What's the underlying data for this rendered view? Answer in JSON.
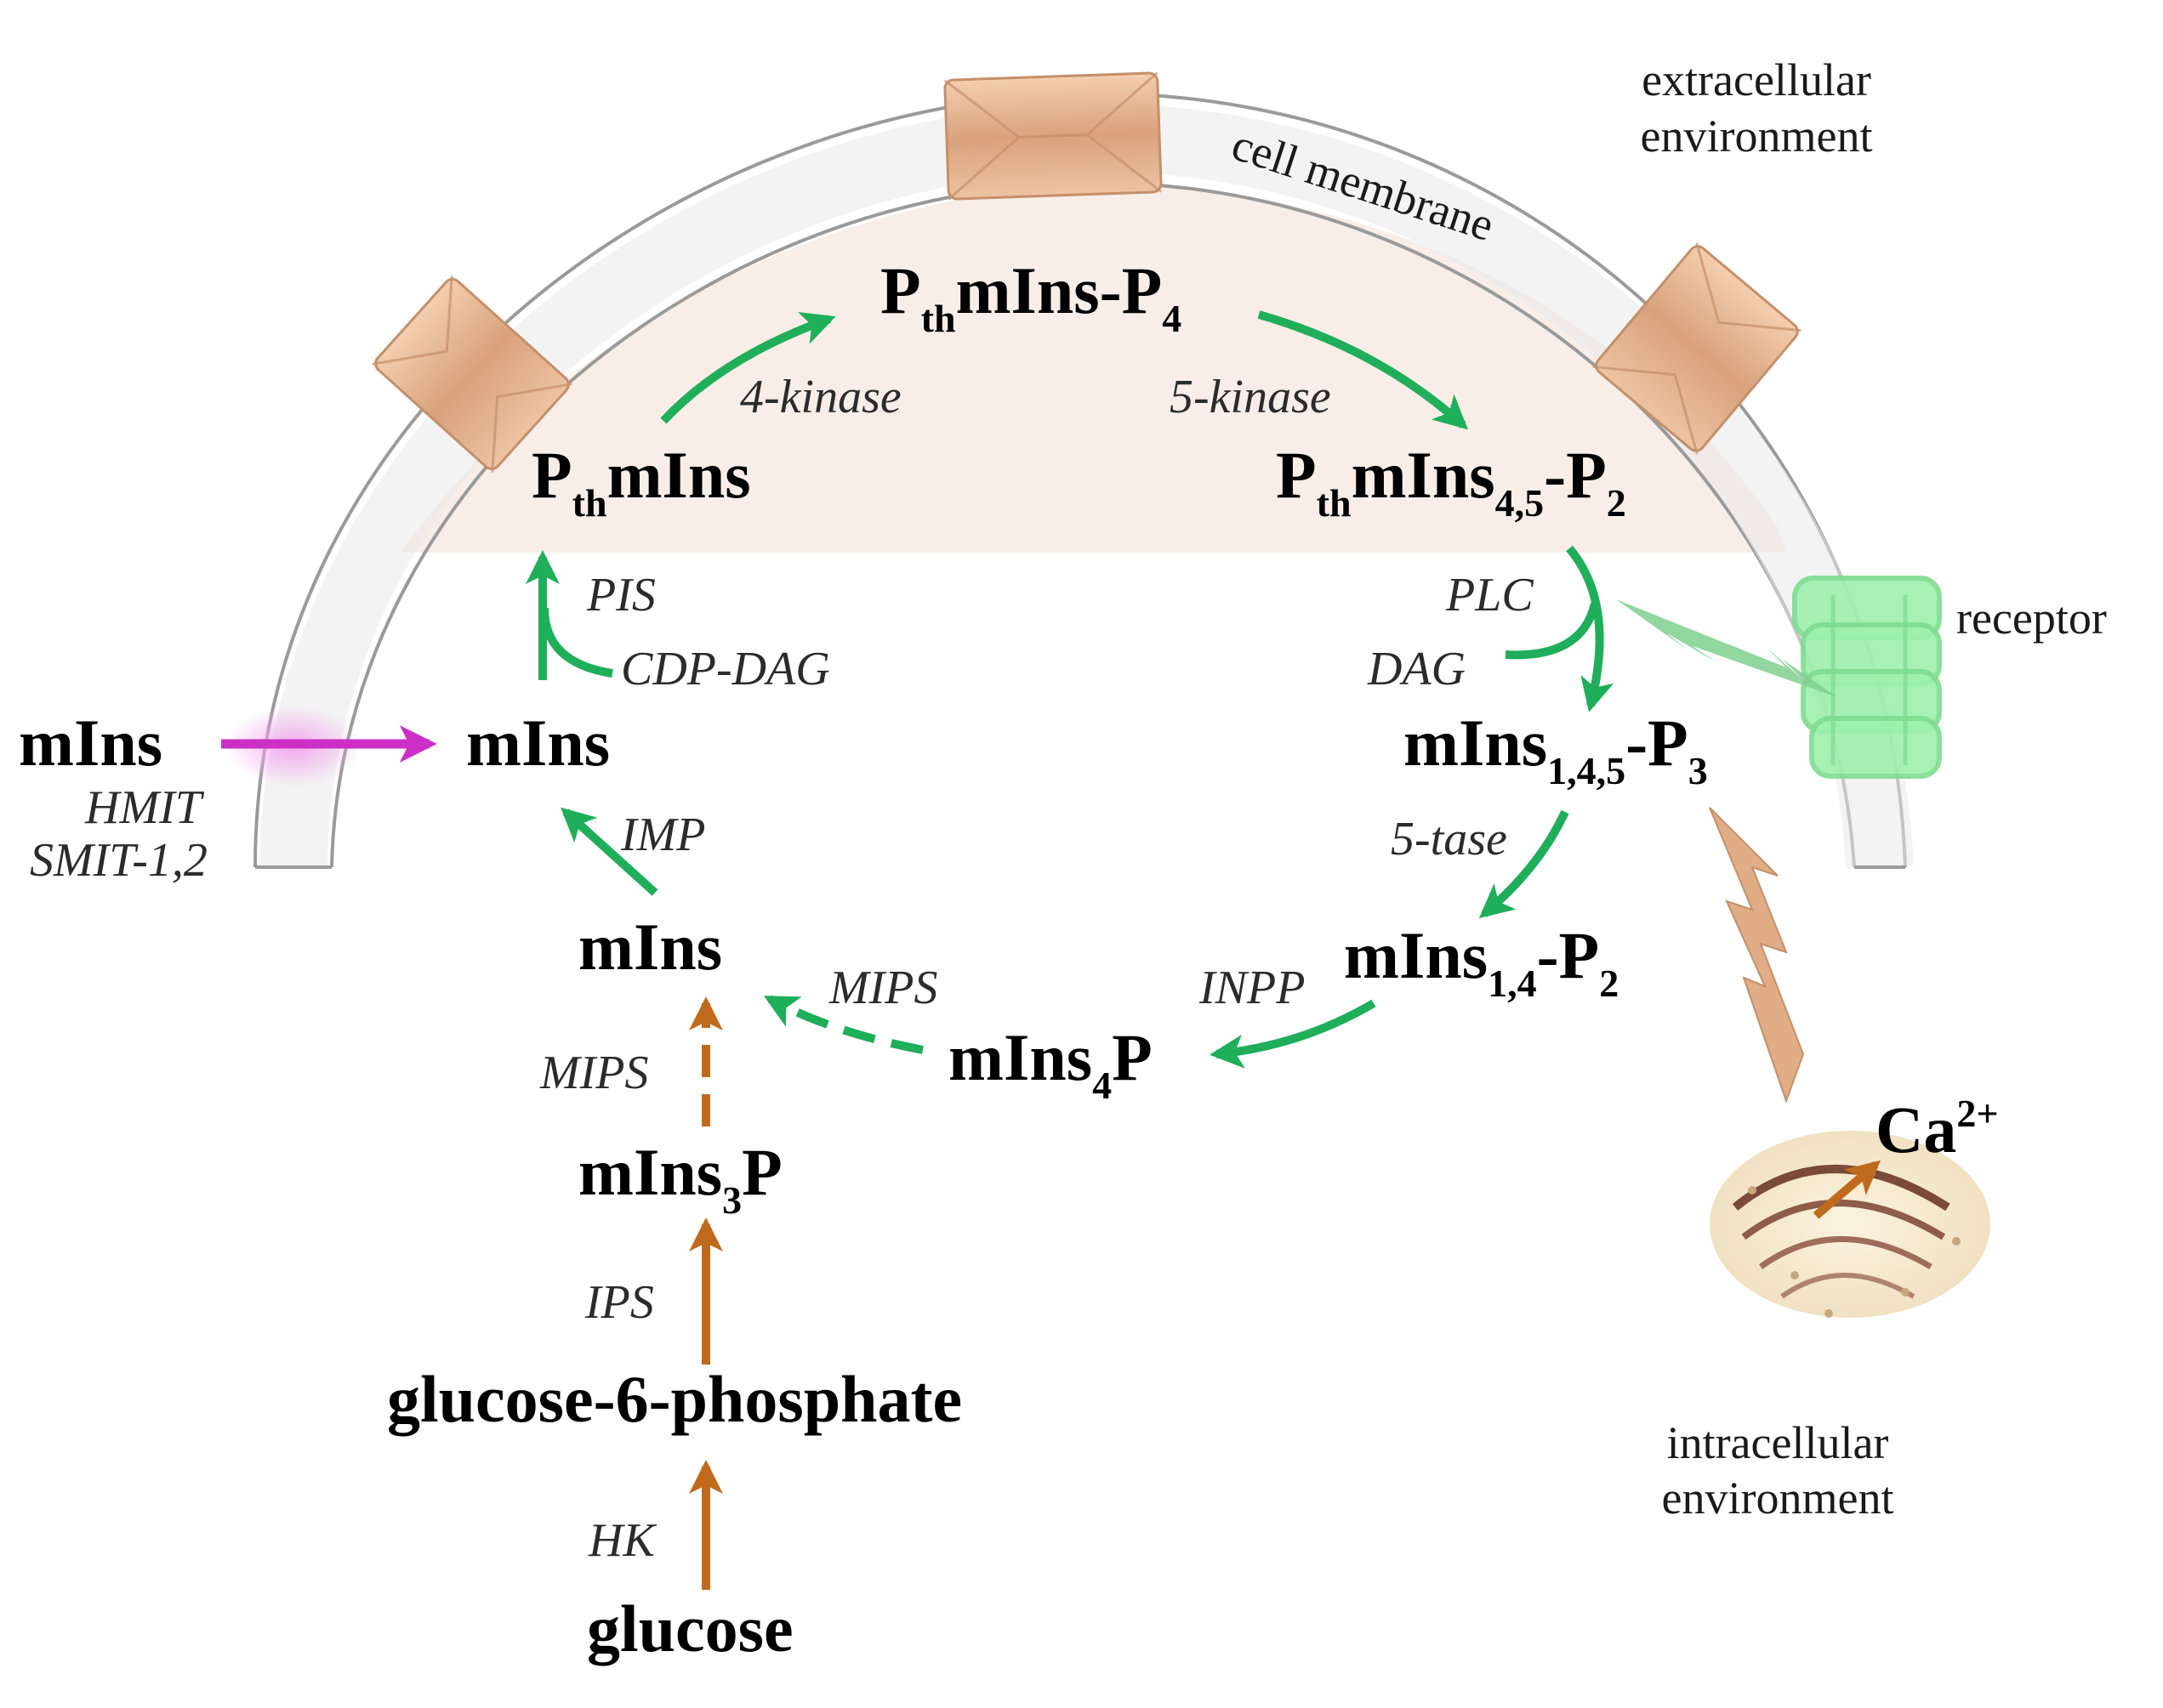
{
  "regions": {
    "extracellular": [
      "extracellular",
      "environment"
    ],
    "intracellular": [
      "intracellular",
      "environment"
    ],
    "cell_membrane": "cell membrane",
    "receptor": "receptor"
  },
  "metabolites": {
    "mins_outside": "mIns",
    "mins_inside": "mIns",
    "mins_synth": "mIns",
    "pthmins": {
      "a": "P",
      "b": "th",
      "c": "mIns"
    },
    "pthmins_p4": {
      "a": "P",
      "b": "th",
      "c": "mIns-P",
      "d": "4"
    },
    "pthmins45_p2": {
      "a": "P",
      "b": "th",
      "c": "mIns",
      "d": "4,5",
      "e": "-P",
      "f": "2"
    },
    "mins145_p3": {
      "a": "mIns",
      "b": "1,4,5",
      "c": "-P",
      "d": "3"
    },
    "mins14_p2": {
      "a": "mIns",
      "b": "1,4",
      "c": "-P",
      "d": "2"
    },
    "mins4p": {
      "a": "mIns",
      "b": "4",
      "c": "P"
    },
    "mins3p": {
      "a": "mIns",
      "b": "3",
      "c": "P"
    },
    "glucose6p": "glucose-6-phosphate",
    "glucose": "glucose",
    "calcium": {
      "a": "Ca",
      "b": "2+"
    }
  },
  "enzymes": {
    "hmit": "HMIT",
    "smit": "SMIT-1,2",
    "pis": "PIS",
    "cdpdag": "CDP-DAG",
    "kinase4": "4-kinase",
    "kinase5": "5-kinase",
    "plc": "PLC",
    "dag": "DAG",
    "tase5": "5-tase",
    "inpp": "INPP",
    "mips_dashed_green": "MIPS",
    "imp": "IMP",
    "mips_dashed_orange": "MIPS",
    "ips": "IPS",
    "hk": "HK"
  },
  "colors": {
    "green_arrow": "#1fae5a",
    "orange_arrow": "#c06a1e",
    "magenta_arrow": "#cc2fc6",
    "membrane_fill": "#f7efe9",
    "protein": "#e6b794",
    "receptor": "#8ee89f"
  }
}
